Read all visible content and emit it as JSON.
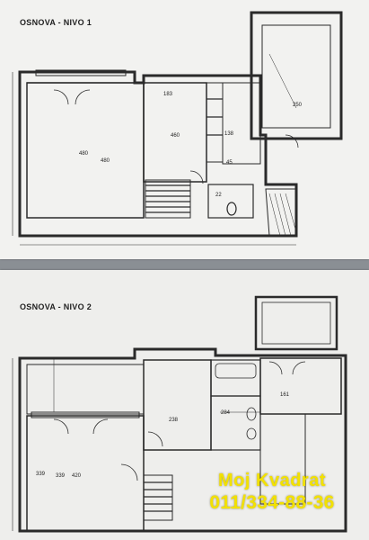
{
  "sheets": [
    {
      "title": "OSNOVA - NIVO 1",
      "dimensions": [
        "480",
        "480",
        "460",
        "183",
        "138",
        "250",
        "45",
        "22"
      ]
    },
    {
      "title": "OSNOVA - NIVO 2",
      "dimensions": [
        "339",
        "238",
        "339",
        "420",
        "161",
        "284"
      ]
    }
  ],
  "watermark": {
    "name": "Moj Kvadrat",
    "phone": "011/334-88-36",
    "color": "#f2e100"
  }
}
